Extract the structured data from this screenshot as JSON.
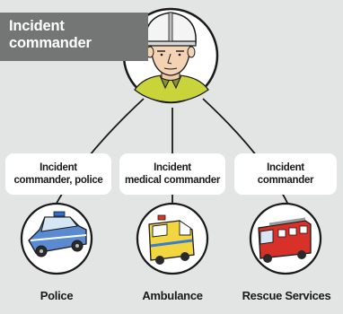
{
  "title": "Incident commander",
  "roles": [
    {
      "line1": "Incident",
      "line2": "commander, police"
    },
    {
      "line1": "Incident",
      "line2": "medical commander"
    },
    {
      "line1": "Incident",
      "line2": "commander"
    }
  ],
  "units": [
    {
      "label": "Police",
      "icon": "police-car-icon"
    },
    {
      "label": "Ambulance",
      "icon": "ambulance-icon"
    },
    {
      "label": "Rescue Services",
      "icon": "fire-truck-icon"
    }
  ],
  "top_icon": "commander-with-helmet-icon",
  "colors": {
    "background": "#e3e4e4",
    "banner": "#747676",
    "circle_fill": "#ffffff",
    "circle_stroke": "#1a1a1a"
  }
}
